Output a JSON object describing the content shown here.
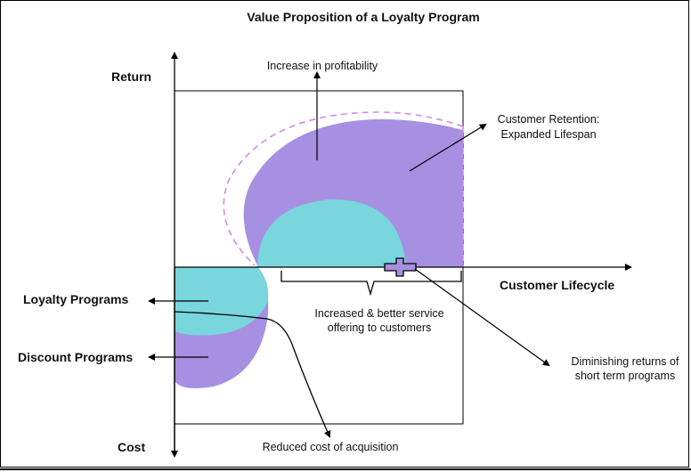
{
  "title": "Value Proposition of a Loyalty Program",
  "axes": {
    "y_top": "Return",
    "y_bottom": "Cost",
    "x_right": "Customer Lifecycle"
  },
  "left_labels": {
    "loyalty": "Loyalty Programs",
    "discount": "Discount Programs"
  },
  "annotations": {
    "profitability": "Increase in profitability",
    "retention_line1": "Customer Retention:",
    "retention_line2": "Expanded Lifespan",
    "service_line1": "Increased & better service",
    "service_line2": "offering to customers",
    "diminishing_line1": "Diminishing returns of",
    "diminishing_line2": "short term programs",
    "acquisition": "Reduced cost of acquisition"
  },
  "colors": {
    "purple": "#a78fe2",
    "teal": "#78d6dc",
    "dashed_outline": "#d48ae8",
    "ink": "#111111"
  }
}
